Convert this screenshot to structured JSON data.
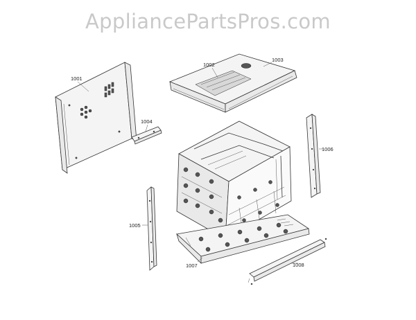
{
  "watermark": "AppliancePartsPros.com",
  "parts": [
    {
      "id": "1001",
      "label": "1001"
    },
    {
      "id": "1002",
      "label": "1002"
    },
    {
      "id": "1003",
      "label": "1003"
    },
    {
      "id": "1004",
      "label": "1004"
    },
    {
      "id": "1005",
      "label": "1005"
    },
    {
      "id": "1006",
      "label": "1006"
    },
    {
      "id": "1007",
      "label": "1007"
    },
    {
      "id": "1008",
      "label": "1008"
    }
  ]
}
